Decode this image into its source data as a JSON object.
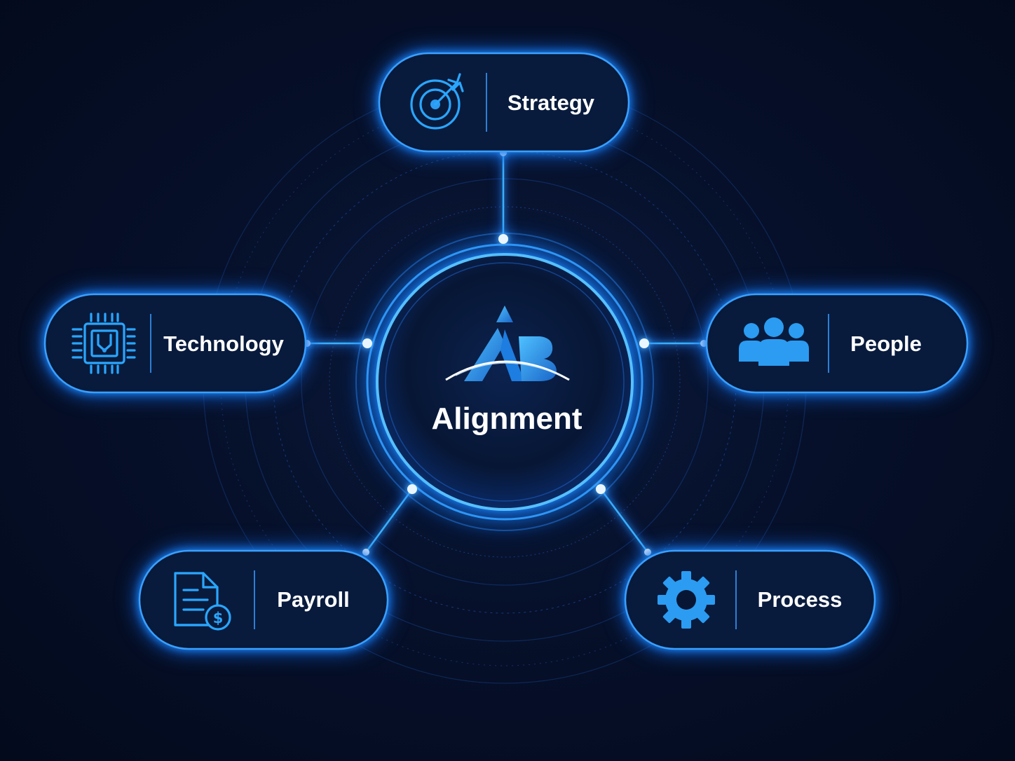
{
  "center": {
    "label": "Alignment",
    "logo_text": "AB"
  },
  "pills": [
    {
      "id": "strategy",
      "label": "Strategy",
      "icon": "target-arrow-icon"
    },
    {
      "id": "technology",
      "label": "Technology",
      "icon": "microchip-icon"
    },
    {
      "id": "people",
      "label": "People",
      "icon": "people-group-icon"
    },
    {
      "id": "payroll",
      "label": "Payroll",
      "icon": "document-dollar-icon"
    },
    {
      "id": "process",
      "label": "Process",
      "icon": "gear-icon"
    }
  ],
  "colors": {
    "background": "#050d24",
    "accent": "#2aa6ff",
    "glow": "#1e8cff",
    "text": "#ffffff"
  }
}
